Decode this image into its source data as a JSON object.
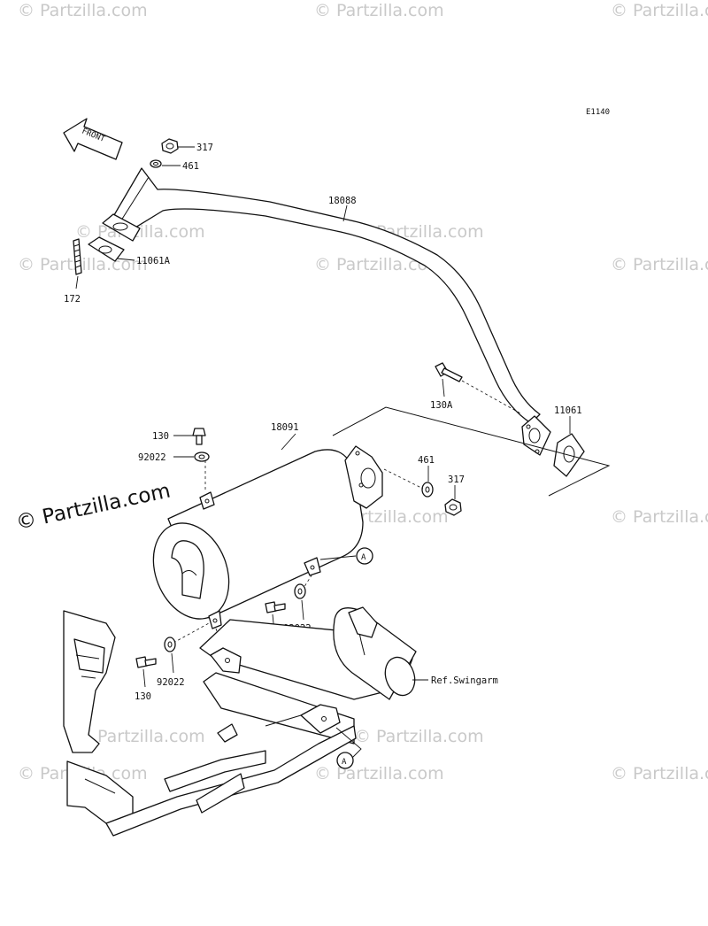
{
  "diagram_code": "E1140",
  "front_arrow_label": "FRONT",
  "watermark": "© Partzilla.com",
  "watermark_main": "© Partzilla.com",
  "callouts": {
    "nut_317_top": "317",
    "washer_461_top": "461",
    "pipe_18088": "18088",
    "gasket_11061A": "11061A",
    "stud_172": "172",
    "bolt_130A": "130A",
    "gasket_11061": "11061",
    "bolt_130_top": "130",
    "washer_92022_top": "92022",
    "muffler_18091": "18091",
    "washer_461_mid": "461",
    "nut_317_mid": "317",
    "washer_92022_right": "92022",
    "bolt_130_right": "130",
    "washer_92022_left": "92022",
    "bolt_130_left": "130",
    "ref_swingarm": "Ref.Swingarm",
    "ref_a_upper": "A",
    "ref_a_lower": "A"
  }
}
